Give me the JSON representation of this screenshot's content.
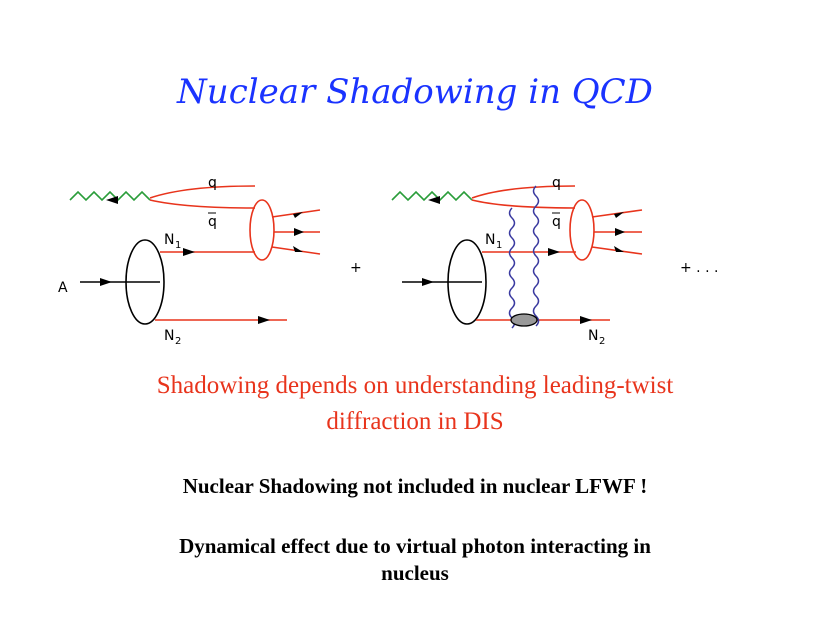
{
  "slide": {
    "title": "Nuclear Shadowing in QCD",
    "subtitle_line1": "Shadowing depends on understanding leading-twist",
    "subtitle_line2": "diffraction in DIS",
    "statement1": "Nuclear  Shadowing not included in nuclear LFWF !",
    "statement2_line1": "Dynamical effect due to virtual photon interacting in",
    "statement2_line2": "nucleus"
  },
  "diagram": {
    "left": {
      "q": "q",
      "qbar": "q",
      "n1": "N",
      "n1_sub": "1",
      "n2": "N",
      "n2_sub": "2",
      "a": "A"
    },
    "plus": "+",
    "right": {
      "q": "q",
      "qbar": "q",
      "n1": "N",
      "n1_sub": "1",
      "n2": "N",
      "n2_sub": "2"
    },
    "ellipsis": "+ . . .",
    "colors": {
      "photon": "#2a9d3a",
      "lines": "#e8341c",
      "gluon": "#3a3aa0",
      "blob": "#999999"
    }
  }
}
